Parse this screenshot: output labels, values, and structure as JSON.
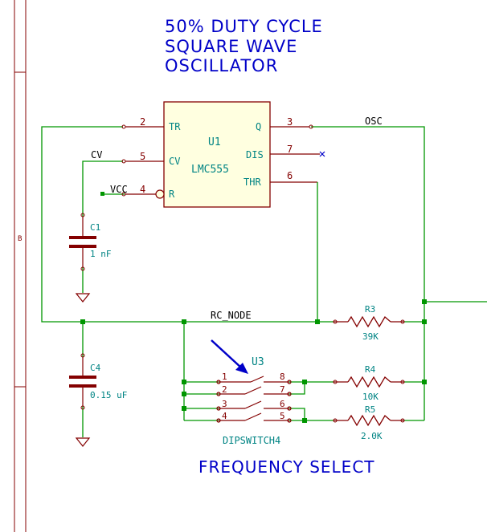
{
  "title": {
    "line1": "50% DUTY CYCLE",
    "line2": "SQUARE WAVE",
    "line3": "OSCILLATOR"
  },
  "border": {
    "row_label": "B"
  },
  "u1": {
    "ref": "U1",
    "value": "LMC555",
    "pins": {
      "tr": {
        "num": "2",
        "name": "TR"
      },
      "cv": {
        "num": "5",
        "name": "CV"
      },
      "r": {
        "num": "4",
        "name": "R"
      },
      "q": {
        "num": "3",
        "name": "Q"
      },
      "dis": {
        "num": "7",
        "name": "DIS"
      },
      "thr": {
        "num": "6",
        "name": "THR"
      }
    }
  },
  "nets": {
    "osc": "OSC",
    "cv": "CV",
    "vcc": "VCC",
    "rc_node": "RC_NODE"
  },
  "c1": {
    "ref": "C1",
    "value": "1 nF"
  },
  "c4": {
    "ref": "C4",
    "value": "0.15 uF"
  },
  "r3": {
    "ref": "R3",
    "value": "39K"
  },
  "r4": {
    "ref": "R4",
    "value": "10K"
  },
  "r5": {
    "ref": "R5",
    "value": "2.0K"
  },
  "u3": {
    "ref": "U3",
    "value": "DIPSWITCH4",
    "pins_left": [
      "1",
      "2",
      "3",
      "4"
    ],
    "pins_right": [
      "8",
      "7",
      "6",
      "5"
    ]
  },
  "frequency_label": "FREQUENCY SELECT",
  "colors": {
    "wire": "#009600",
    "symbol": "#840000",
    "text_blue": "#0000c8",
    "ref_teal": "#008484",
    "border": "#840000"
  }
}
